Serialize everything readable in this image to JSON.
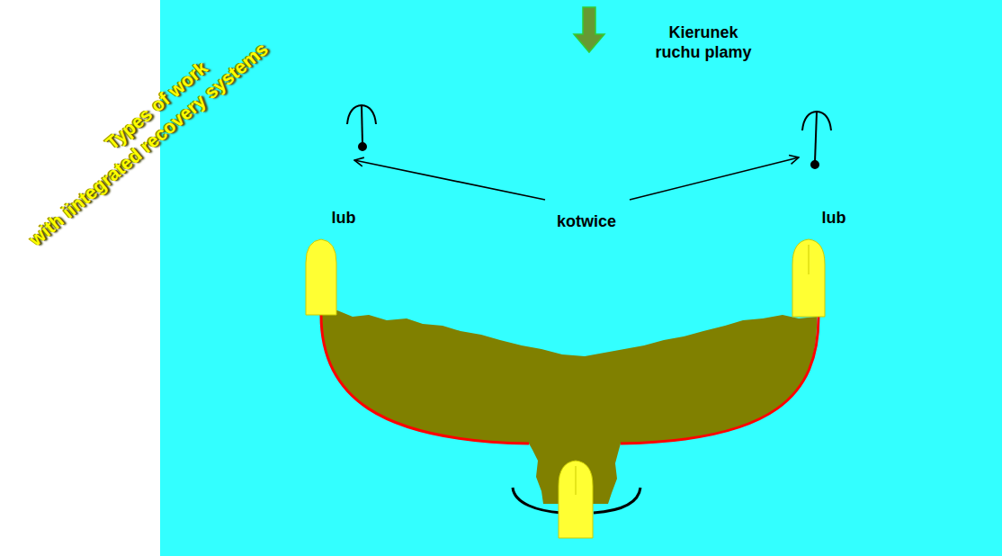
{
  "diagram": {
    "labels": [
      "Types of work",
      "with iintegrated recovery systems",
      "Kierunek ruchu plamy",
      "lub",
      "kotwice",
      "lub"
    ]
  }
}
